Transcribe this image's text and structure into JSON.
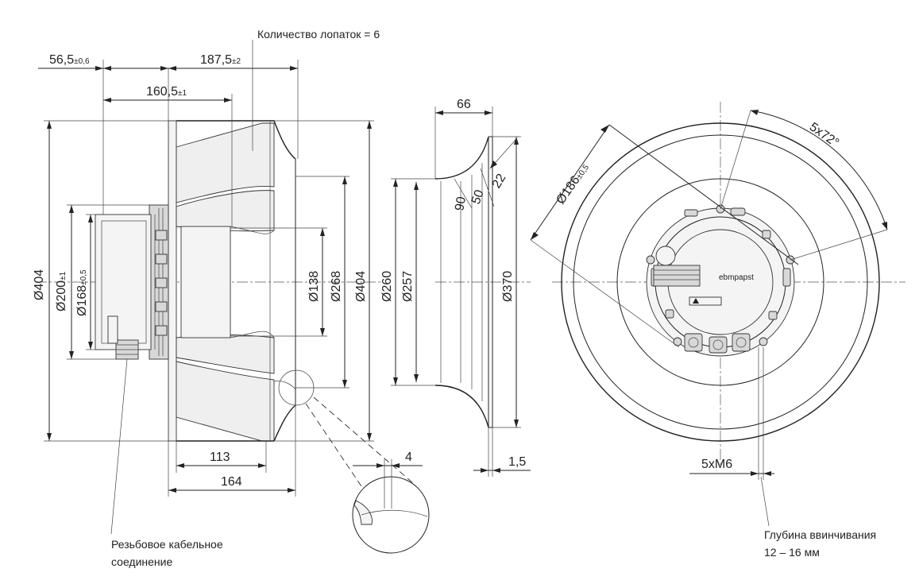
{
  "notes": {
    "blades": "Количество лопаток = 6",
    "cable_gland_line1": "Резьбовое кабельное",
    "cable_gland_line2": "соединение",
    "screw_depth_line1": "Глубина ввинчивания",
    "screw_depth_line2": "12 – 16 мм"
  },
  "side_view": {
    "dim_56_main": "56,5",
    "dim_56_tol": "±0,6",
    "dim_187_main": "187,5",
    "dim_187_tol": "±2",
    "dim_160_main": "160,5",
    "dim_160_tol": "±1",
    "dim_d404_left": "Ø404",
    "dim_d200_main": "Ø200",
    "dim_d200_tol": "±1",
    "dim_d168_main": "Ø168",
    "dim_d168_tol": "±0,5",
    "dim_d138": "Ø138",
    "dim_d268": "Ø268",
    "dim_d404_right": "Ø404",
    "dim_113": "113",
    "dim_164": "164",
    "dim_4": "4"
  },
  "nozzle_view": {
    "dim_66": "66",
    "dim_22": "22",
    "dim_50": "50",
    "dim_90": "90",
    "dim_d260": "Ø260",
    "dim_d257": "Ø257",
    "dim_d370": "Ø370",
    "dim_1_5": "1,5"
  },
  "front_view": {
    "dim_d186_main": "Ø186",
    "dim_d186_tol": "±0,5",
    "dim_5x72": "5x72°",
    "dim_5xm6": "5xM6",
    "brand": "ebmpapst"
  }
}
